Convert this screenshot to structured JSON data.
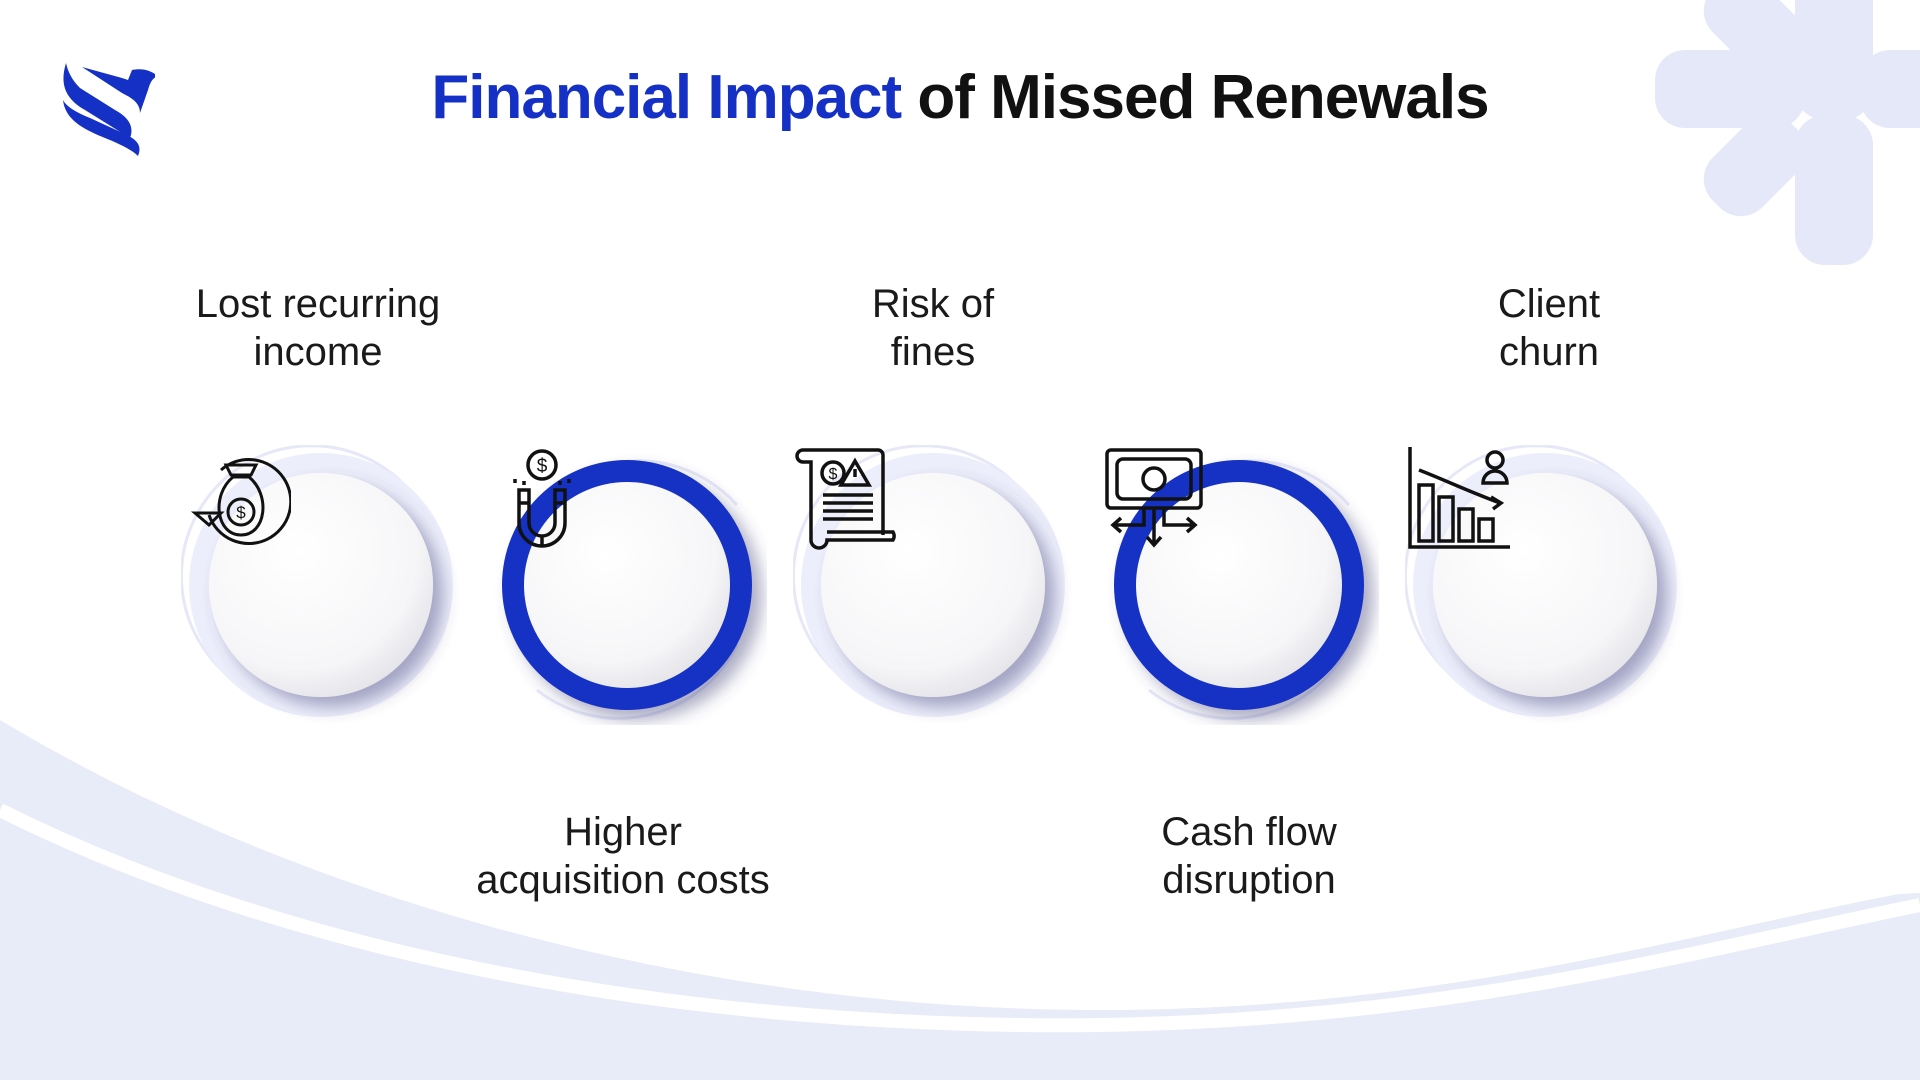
{
  "title": {
    "accent": "Financial Impact",
    "rest": " of Missed Renewals"
  },
  "colors": {
    "accent": "#1530c4",
    "ring": "#e6e8f8",
    "wave": "#e8ebf8"
  },
  "items": [
    {
      "label_line1": "Lost recurring",
      "label_line2": "income",
      "icon": "money-bag-icon",
      "highlighted": false
    },
    {
      "label_line1": "Higher",
      "label_line2": "acquisition costs",
      "icon": "magnet-dollar-icon",
      "highlighted": true
    },
    {
      "label_line1": "Risk of",
      "label_line2": "fines",
      "icon": "document-warning-icon",
      "highlighted": false
    },
    {
      "label_line1": "Cash flow",
      "label_line2": "disruption",
      "icon": "cash-flow-icon",
      "highlighted": true
    },
    {
      "label_line1": "Client",
      "label_line2": "churn",
      "icon": "declining-chart-icon",
      "highlighted": false
    }
  ]
}
